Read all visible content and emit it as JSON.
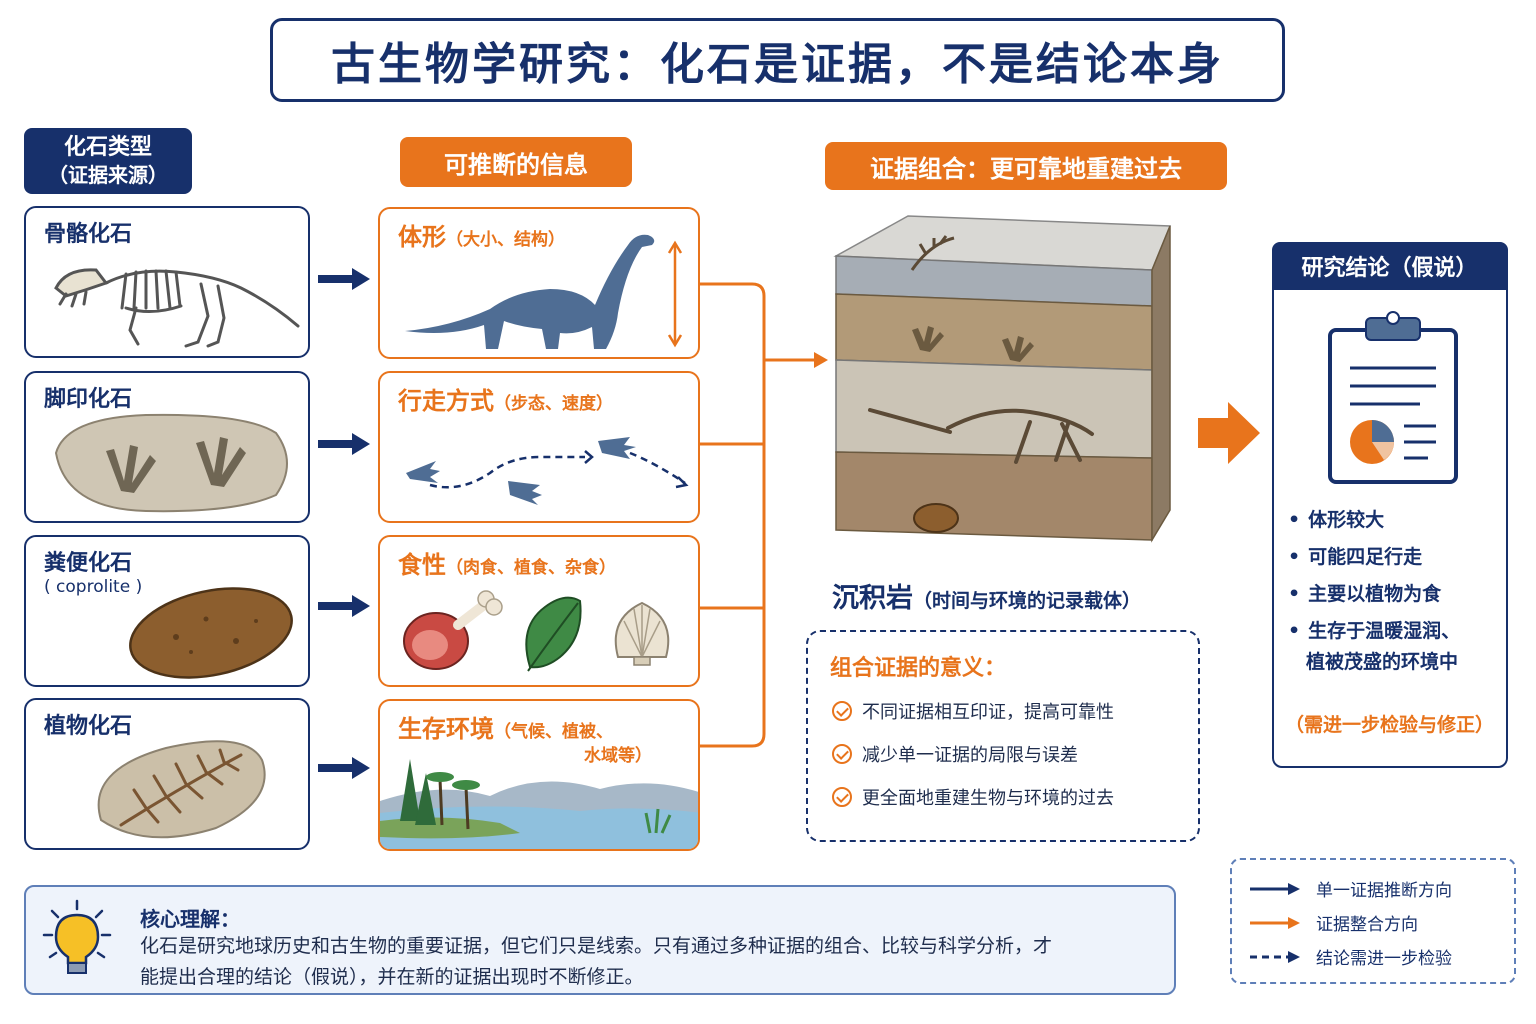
{
  "title": "古生物学研究：化石是证据，不是结论本身",
  "headers": {
    "fossil_types_line1": "化石类型",
    "fossil_types_line2": "（证据来源）",
    "inferable_info": "可推断的信息",
    "evidence_combo": "证据组合：更可靠地重建过去",
    "conclusion": "研究结论（假说）"
  },
  "fossils": [
    {
      "label": "骨骼化石",
      "sub": ""
    },
    {
      "label": "脚印化石",
      "sub": ""
    },
    {
      "label": "粪便化石",
      "sub": "( coprolite )"
    },
    {
      "label": "植物化石",
      "sub": ""
    }
  ],
  "infos": [
    {
      "label": "体形",
      "sub": "（大小、结构）",
      "sub2": ""
    },
    {
      "label": "行走方式",
      "sub": "（步态、速度）",
      "sub2": ""
    },
    {
      "label": "食性",
      "sub": "（肉食、植食、杂食）",
      "sub2": ""
    },
    {
      "label": "生存环境",
      "sub": "（气候、植被、",
      "sub2": "水域等）"
    }
  ],
  "rock": {
    "label": "沉积岩",
    "sub": "（时间与环境的记录载体）"
  },
  "meaning": {
    "title": "组合证据的意义：",
    "items": [
      "不同证据相互印证，提高可靠性",
      "减少单一证据的局限与误差",
      "更全面地重建生物与环境的过去"
    ]
  },
  "conclusion": {
    "items": [
      "体形较大",
      "可能四足行走",
      "主要以植物为食",
      "生存于温暖湿润、",
      "植被茂盛的环境中"
    ],
    "note": "（需进一步检验与修正）"
  },
  "core": {
    "title": "核心理解：",
    "line1": "化石是研究地球历史和古生物的重要证据，但它们只是线索。只有通过多种证据的组合、比较与科学分析，才",
    "line2": "能提出合理的结论（假说），并在新的证据出现时不断修正。"
  },
  "legend": [
    "单一证据推断方向",
    "证据整合方向",
    "结论需进一步检验"
  ],
  "colors": {
    "navy": "#17306b",
    "orange": "#e8741c"
  }
}
